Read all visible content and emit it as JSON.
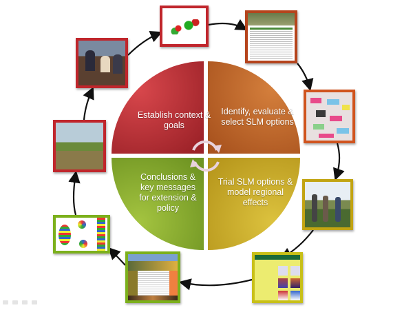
{
  "quadrants": [
    {
      "id": "establish",
      "label": "Establish context & goals",
      "color": "#b8323a"
    },
    {
      "id": "identify",
      "label": "Identify, evaluate & select SLM options",
      "color": "#c0652a"
    },
    {
      "id": "trial",
      "label": "Trial SLM options & model regional effects",
      "color": "#c6a92e"
    },
    {
      "id": "conclusions",
      "label": "Conclusions & key messages for extension & policy",
      "color": "#8aab30"
    }
  ],
  "thumbnails": [
    {
      "name": "map-thumbnail",
      "border": "#c0262c"
    },
    {
      "name": "document-thumbnail",
      "border": "#b5441c"
    },
    {
      "name": "sticky-notes-thumbnail",
      "border": "#d0541e"
    },
    {
      "name": "field-visit-thumbnail",
      "border": "#c2a412"
    },
    {
      "name": "policy-scenarios-thumbnail",
      "border": "#c8c018"
    },
    {
      "name": "newsletter-thumbnail",
      "border": "#7cb01c"
    },
    {
      "name": "model-maps-thumbnail",
      "border": "#7cb01c"
    },
    {
      "name": "crop-field-thumbnail",
      "border": "#c0262c"
    },
    {
      "name": "meeting-thumbnail",
      "border": "#c0262c"
    }
  ]
}
